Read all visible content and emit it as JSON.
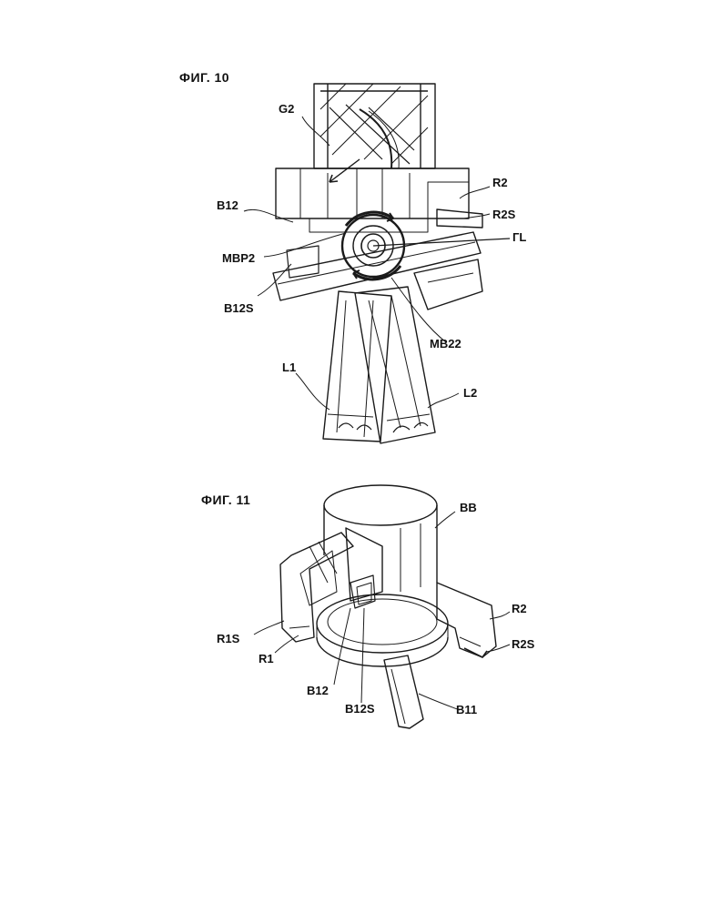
{
  "figures": [
    {
      "title": "ФИГ. 10",
      "labels": [
        "G2",
        "B12",
        "R2",
        "R2S",
        "ГL",
        "MBP2",
        "B12S",
        "MB22",
        "L1",
        "L2"
      ]
    },
    {
      "title": "ФИГ. 11",
      "labels": [
        "BB",
        "R2",
        "R1S",
        "R1",
        "R2S",
        "B12",
        "B12S",
        "B11"
      ]
    }
  ],
  "colors": {
    "ink": "#1a1a1a",
    "shade": "#8a8a8a",
    "paper": "#ffffff"
  }
}
